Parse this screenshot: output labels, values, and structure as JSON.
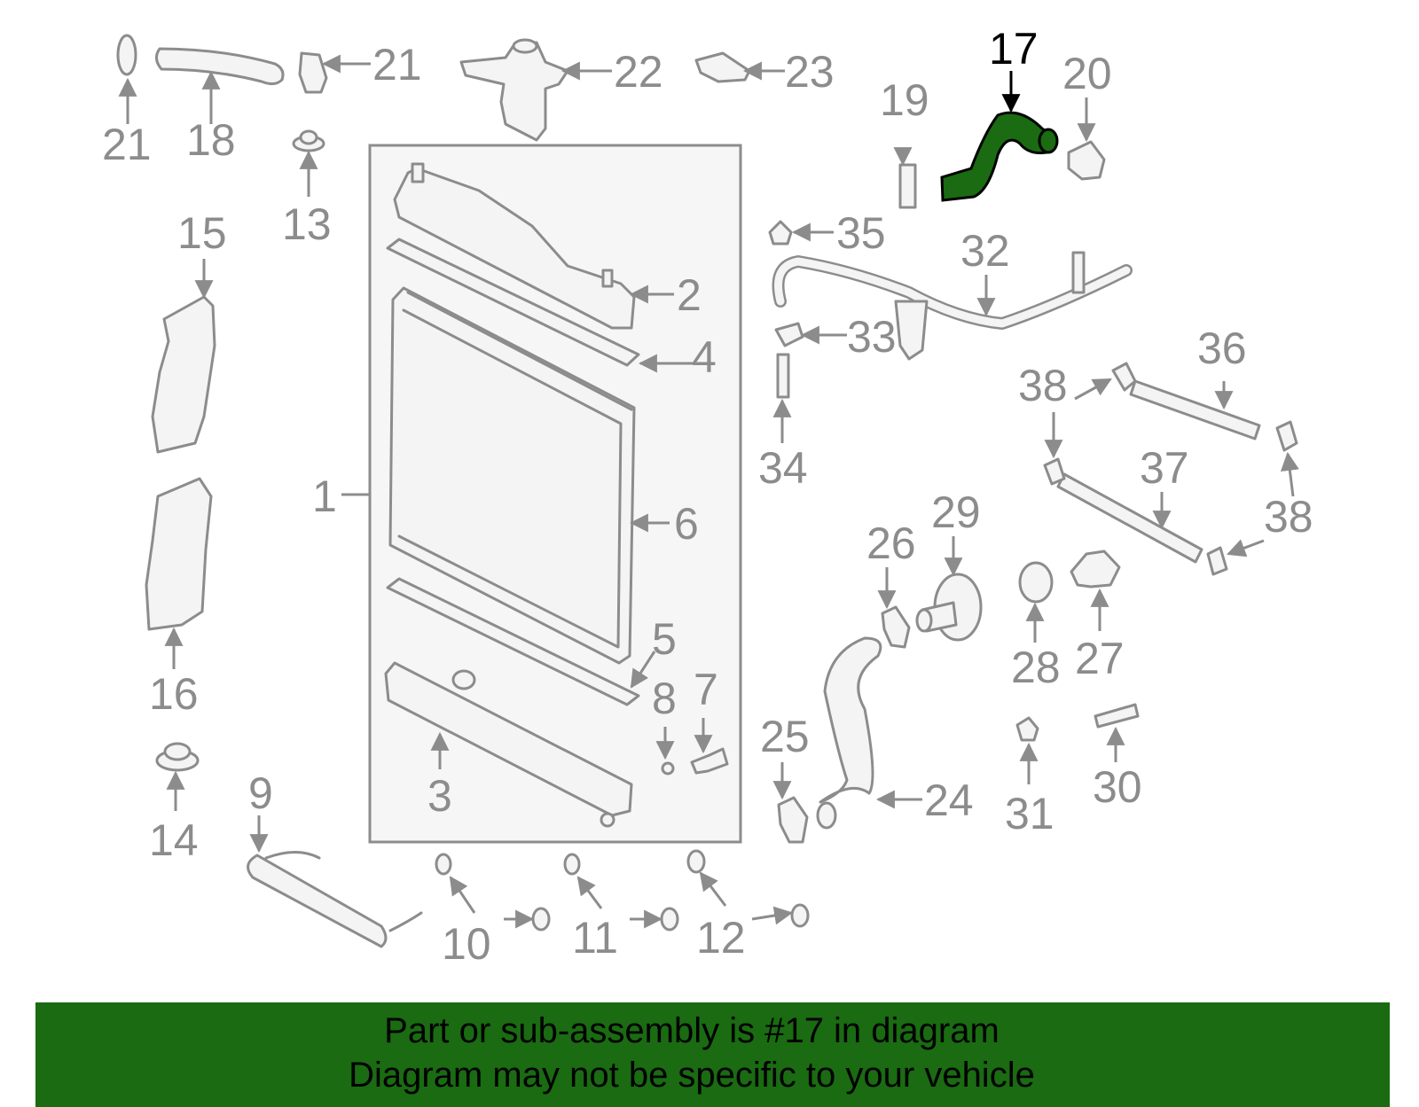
{
  "diagram": {
    "highlighted_part": "17",
    "colors": {
      "highlight": "#1a6b12",
      "outline": "#8c8c8c",
      "banner": "#1a6b12",
      "background": "#ffffff"
    },
    "labels": [
      "1",
      "2",
      "3",
      "4",
      "5",
      "6",
      "7",
      "8",
      "9",
      "10",
      "11",
      "12",
      "13",
      "14",
      "15",
      "16",
      "17",
      "18",
      "19",
      "20",
      "21",
      "21",
      "22",
      "23",
      "24",
      "25",
      "26",
      "27",
      "28",
      "29",
      "30",
      "31",
      "32",
      "33",
      "34",
      "35",
      "36",
      "37",
      "38",
      "38",
      "38"
    ]
  },
  "banner": {
    "line1": "Part or sub-assembly is #17 in diagram",
    "line2": "Diagram may not be specific to your vehicle"
  }
}
